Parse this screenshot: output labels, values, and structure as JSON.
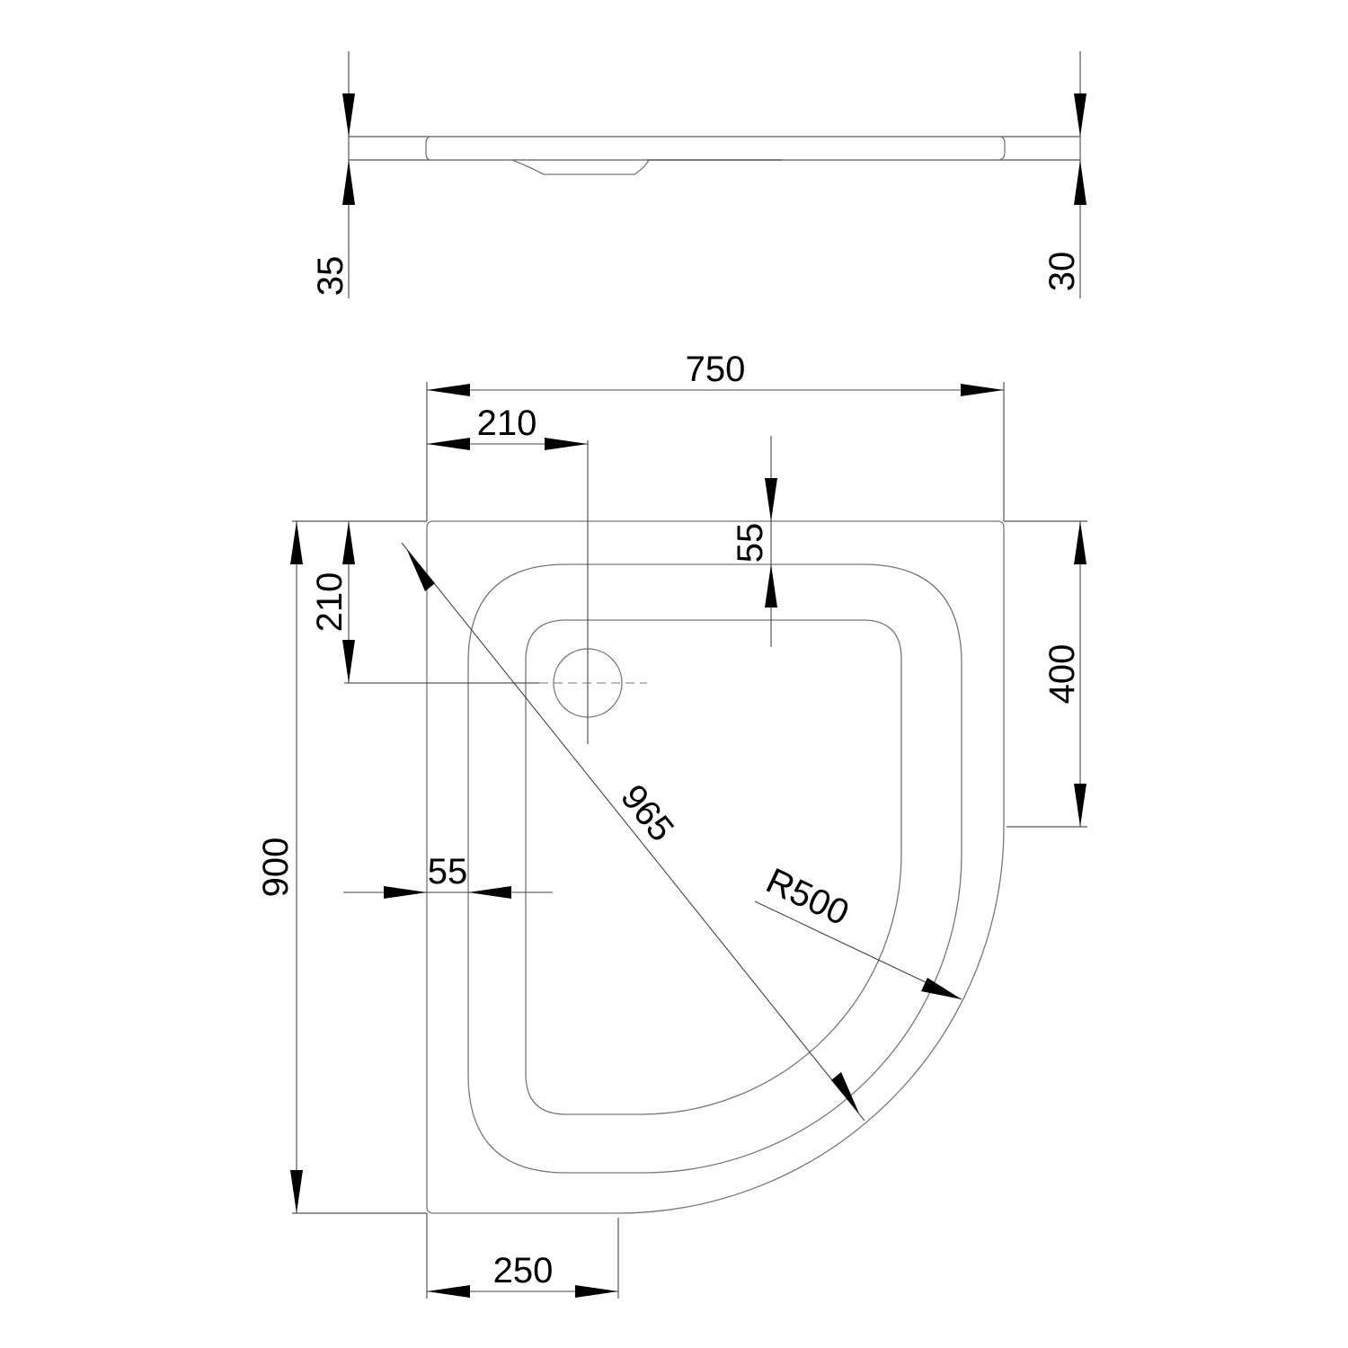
{
  "side_view": {
    "left_height": "35",
    "right_height": "30"
  },
  "plan_view": {
    "total_width": "750",
    "drain_offset_x": "210",
    "top_rim_width": "55",
    "total_depth": "900",
    "drain_offset_y": "210",
    "straight_side_length": "400",
    "side_rim_width": "55",
    "diagonal": "965",
    "radius": "R500",
    "bottom_straight_length": "250"
  },
  "colors": {
    "lines": "#555555",
    "arrows": "#000000",
    "text": "#000000"
  }
}
